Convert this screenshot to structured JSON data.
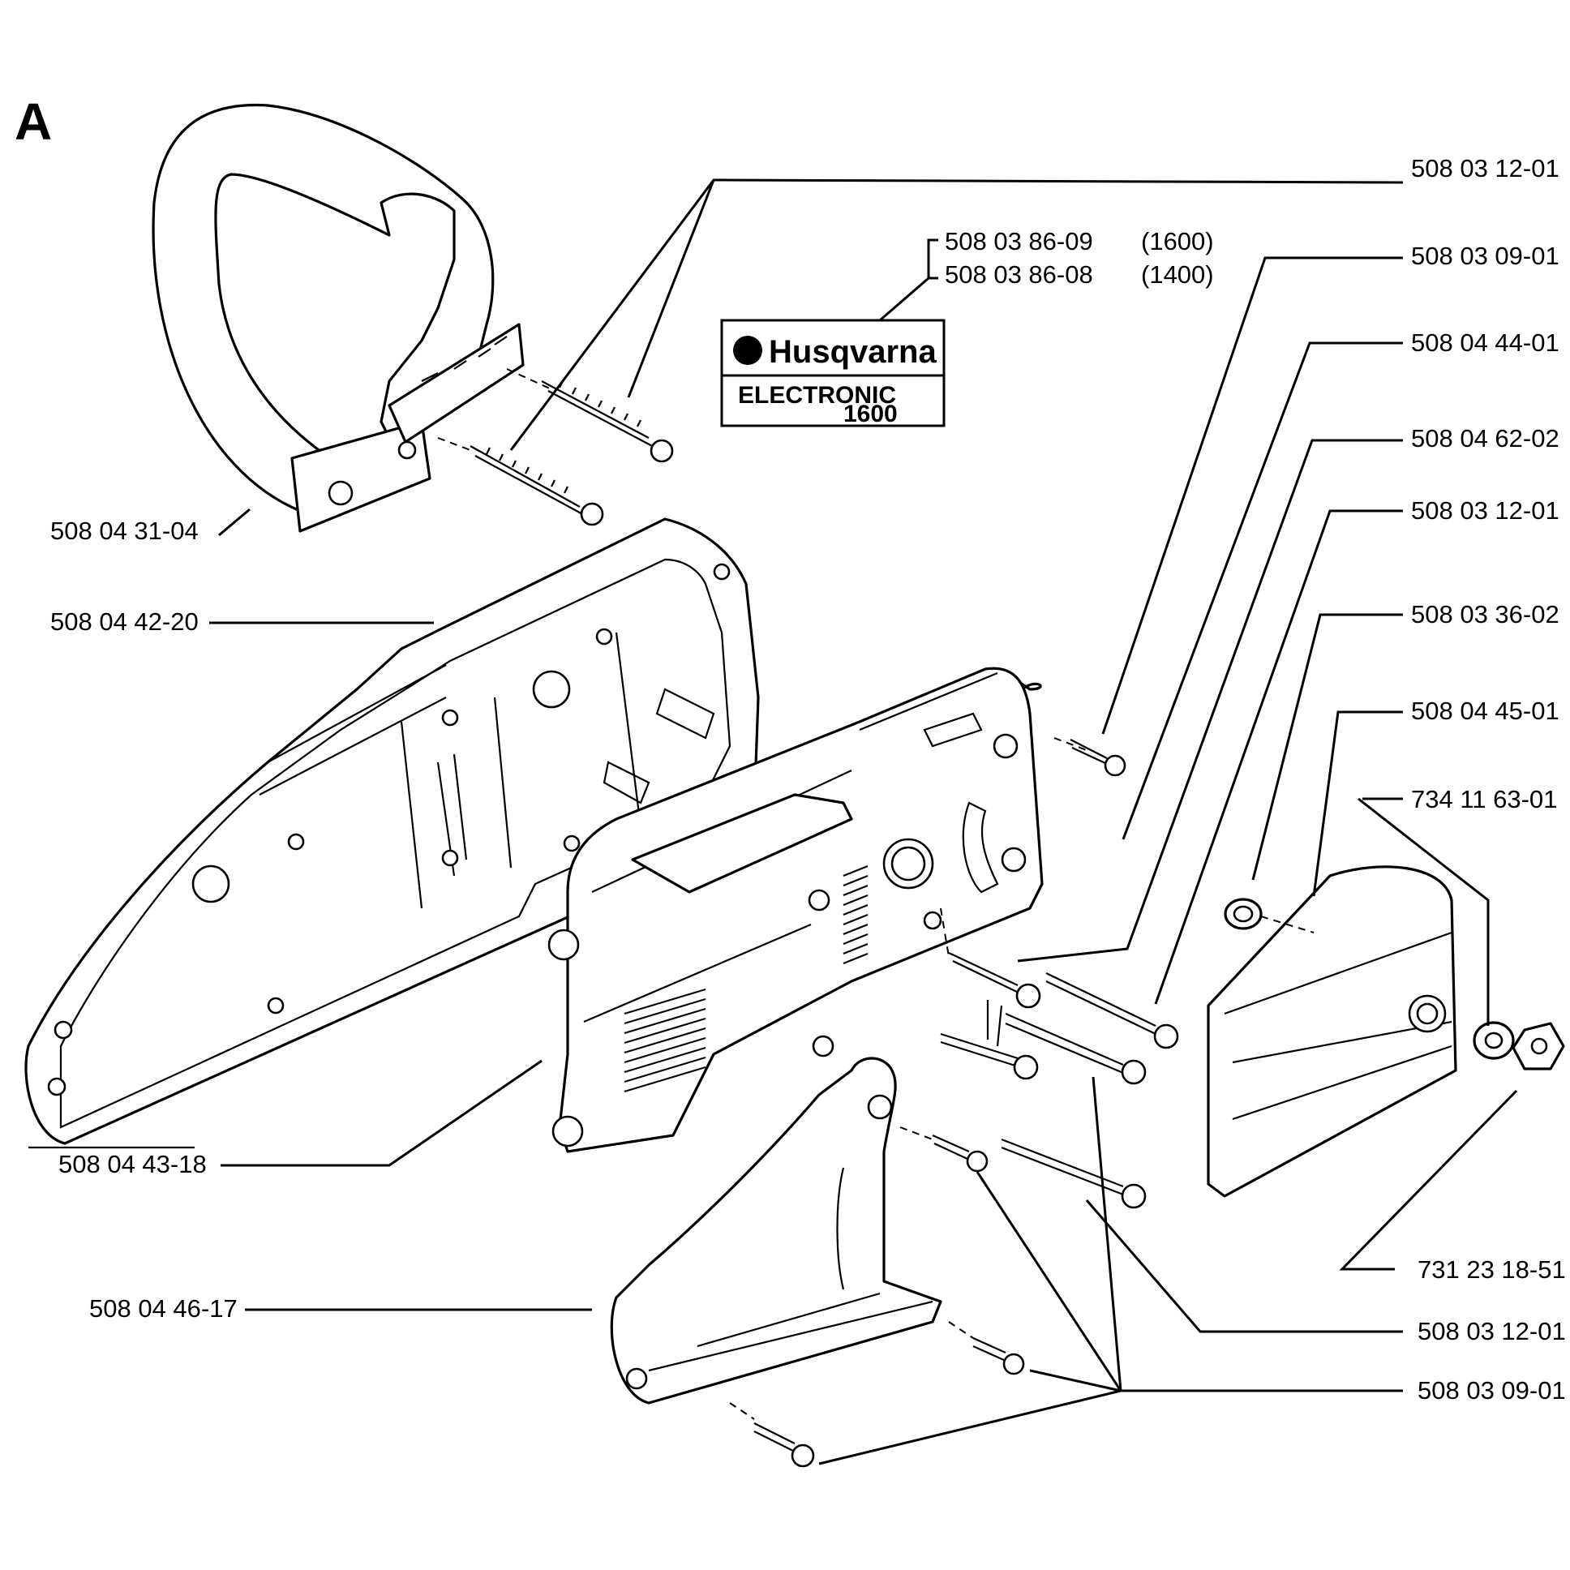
{
  "section_letter": "A",
  "logo": {
    "brand": "Husqvarna",
    "line1": "ELECTRONIC",
    "line2": "1600"
  },
  "model_variants": [
    {
      "part_number": "508 03 86-09",
      "model": "(1600)"
    },
    {
      "part_number": "508 03 86-08",
      "model": "(1400)"
    }
  ],
  "callouts_right": [
    "508 03 12-01",
    "508 03 09-01",
    "508 04 44-01",
    "508 04 62-02",
    "508 03 12-01",
    "508 03 36-02",
    "508 04 45-01",
    "734 11 63-01",
    "731 23 18-51",
    "508 03 12-01",
    "508 03 09-01"
  ],
  "callouts_left": [
    "508 04 31-04",
    "508 04 42-20",
    "508 04 43-18",
    "508 04 46-17"
  ]
}
